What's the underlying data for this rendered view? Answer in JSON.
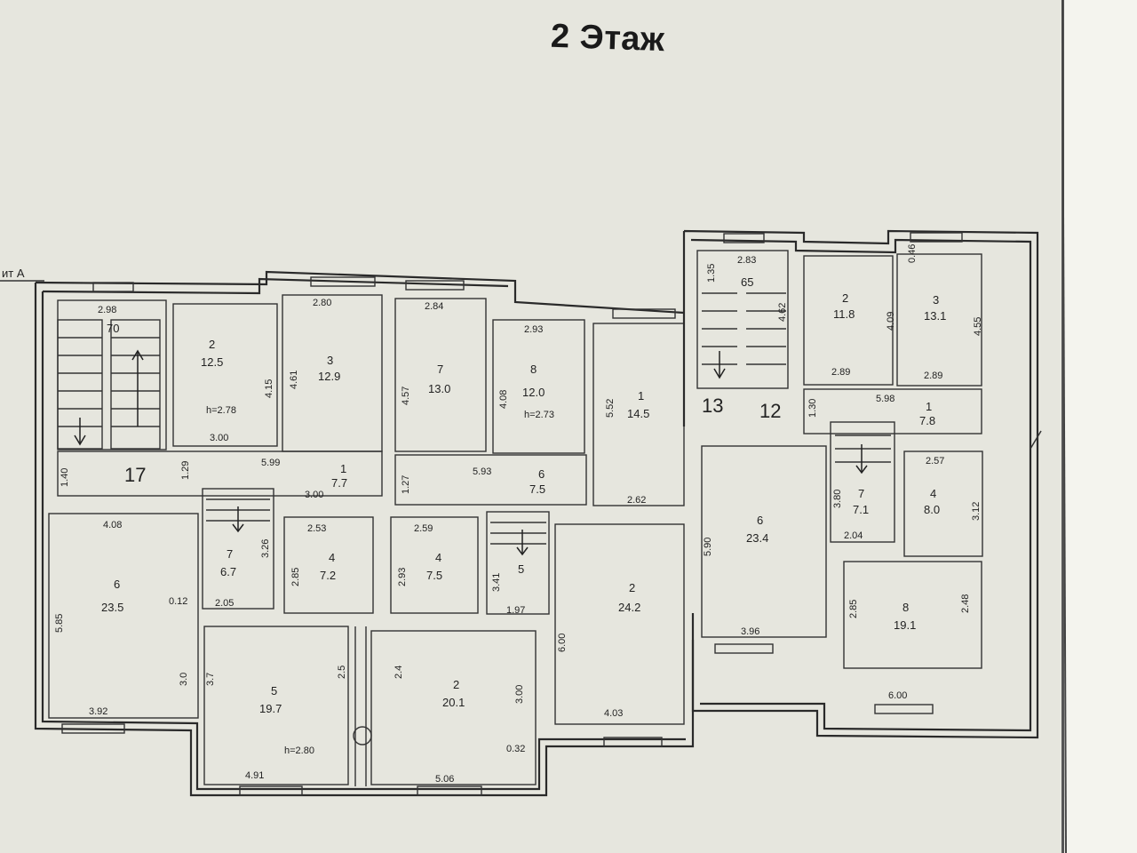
{
  "title": "2 Этаж",
  "axis_label": "ит А",
  "stair_labels": [
    "17",
    "13",
    "12"
  ],
  "ceiling_heights": [
    "h=2.78",
    "h=2.73",
    "h=2.80"
  ],
  "rooms": [
    {
      "id": "r70",
      "no": "70",
      "area": ""
    },
    {
      "id": "r2a",
      "no": "2",
      "area": "12.5"
    },
    {
      "id": "r3a",
      "no": "3",
      "area": "12.9"
    },
    {
      "id": "r7a",
      "no": "7",
      "area": "13.0"
    },
    {
      "id": "r8a",
      "no": "8",
      "area": "12.0"
    },
    {
      "id": "r1a",
      "no": "1",
      "area": "14.5"
    },
    {
      "id": "r1b",
      "no": "1",
      "area": "7.7"
    },
    {
      "id": "r6b",
      "no": "6",
      "area": "7.5"
    },
    {
      "id": "r6a",
      "no": "6",
      "area": "23.5"
    },
    {
      "id": "r7b",
      "no": "7",
      "area": "6.7"
    },
    {
      "id": "r4a",
      "no": "4",
      "area": "7.2"
    },
    {
      "id": "r4b",
      "no": "4",
      "area": "7.5"
    },
    {
      "id": "r5a",
      "no": "5",
      "area": ""
    },
    {
      "id": "r2b",
      "no": "2",
      "area": "24.2"
    },
    {
      "id": "r5b",
      "no": "5",
      "area": "19.7"
    },
    {
      "id": "r2c",
      "no": "2",
      "area": "20.1"
    },
    {
      "id": "r65",
      "no": "65",
      "area": ""
    },
    {
      "id": "r2d",
      "no": "2",
      "area": "11.8"
    },
    {
      "id": "r3b",
      "no": "3",
      "area": "13.1"
    },
    {
      "id": "r1c",
      "no": "1",
      "area": "7.8"
    },
    {
      "id": "r6c",
      "no": "6",
      "area": "23.4"
    },
    {
      "id": "r7c",
      "no": "7",
      "area": "7.1"
    },
    {
      "id": "r4c",
      "no": "4",
      "area": "8.0"
    },
    {
      "id": "r8b",
      "no": "8",
      "area": "19.1"
    }
  ],
  "dimensions": [
    "2.98",
    "2.80",
    "2.84",
    "2.93",
    "2.83",
    "4.15",
    "4.61",
    "4.57",
    "4.08",
    "5.52",
    "3.00",
    "5.99",
    "3.00",
    "5.93",
    "2.62",
    "1.40",
    "1.29",
    "1.27",
    "4.08",
    "2.53",
    "2.59",
    "3.26",
    "2.85",
    "2.93",
    "3.41",
    "0.12",
    "2.05",
    "1.97",
    "5.85",
    "6.00",
    "3.0",
    "3.7",
    "2.5",
    "2.4",
    "3.00",
    "3.92",
    "4.91",
    "5.06",
    "0.32",
    "4.03",
    "1.35",
    "4.62",
    "4.09",
    "4.55",
    "2.89",
    "2.89",
    "5.98",
    "1.30",
    "2.57",
    "3.80",
    "2.04",
    "3.12",
    "5.90",
    "3.96",
    "2.85",
    "2.48",
    "6.00",
    "0.46"
  ]
}
